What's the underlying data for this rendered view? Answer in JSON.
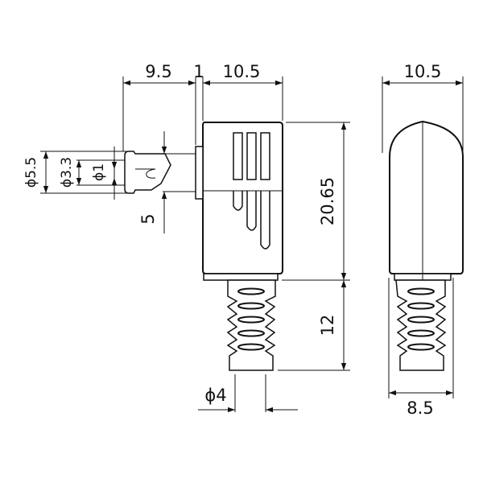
{
  "drawing": {
    "dimensions": {
      "pin_length": "9.5",
      "flange": "1",
      "body_width": "10.5",
      "side_width": "10.5",
      "body_height": "20.65",
      "boot_length": "12",
      "cable_diameter": "ϕ4",
      "boot_width": "8.5",
      "outer_diameter": "ϕ5.5",
      "sleeve_diameter": "ϕ3.3",
      "pin_diameter": "ϕ1",
      "pin_offset": "5"
    }
  }
}
